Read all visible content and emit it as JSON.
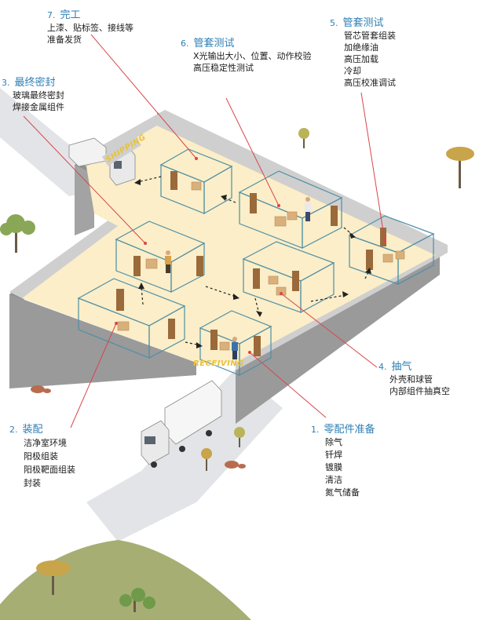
{
  "signs": {
    "shipping": "SHIPPING",
    "receiving": "RECEIVING"
  },
  "steps": [
    {
      "id": "step-1",
      "num": "1.",
      "title": "零配件准备",
      "items": [
        "除气",
        "钎焊",
        "镀膜",
        "清洁",
        "氮气储备"
      ]
    },
    {
      "id": "step-2",
      "num": "2.",
      "title": "装配",
      "items": [
        "洁净室环境",
        "阳极组装",
        "阳极靶面组装",
        "封装"
      ]
    },
    {
      "id": "step-3",
      "num": "3.",
      "title": "最终密封",
      "items": [
        "玻璃最终密封",
        "焊接金属组件"
      ]
    },
    {
      "id": "step-4",
      "num": "4.",
      "title": "抽气",
      "items": [
        "外壳和球管",
        "内部组件抽真空"
      ]
    },
    {
      "id": "step-5",
      "num": "5.",
      "title": "管套测试",
      "items": [
        "管芯管套组装",
        "加绝缘油",
        "高压加载",
        "冷却",
        "高压校准调试"
      ]
    },
    {
      "id": "step-6",
      "num": "6.",
      "title": "管套测试",
      "items": [
        "X光输出大小、位置、动作校验",
        "高压稳定性测试"
      ]
    },
    {
      "id": "step-7",
      "num": "7.",
      "title": "完工",
      "items": [
        "上漆、贴标签、接线等",
        "准备发货"
      ]
    }
  ],
  "colors": {
    "step_title": "#2f7fb4",
    "leader_line": "#d9464a",
    "floor": "#fbeec8",
    "wall_top": "#cfcfcf",
    "wall_side": "#8f8f90",
    "room_outline": "#4e8fa5",
    "door": "#9a6a3a",
    "sign": "#e8c23a",
    "road": "#e2e4e7",
    "grass": "#a7ae74"
  }
}
